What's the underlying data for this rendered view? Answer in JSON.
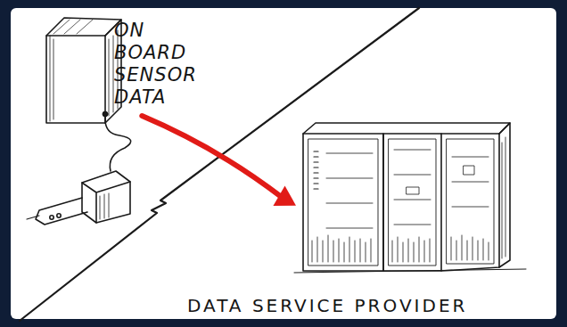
{
  "diagram": {
    "nodes": [
      {
        "text": [
          "ON BOARD SENSOR DATA"
        ]
      },
      {
        "text": [
          "DATA SERVICE PROVIDER"
        ]
      }
    ],
    "edges": [
      {
        "from": 0,
        "to": 1,
        "arrow": "to"
      }
    ]
  }
}
